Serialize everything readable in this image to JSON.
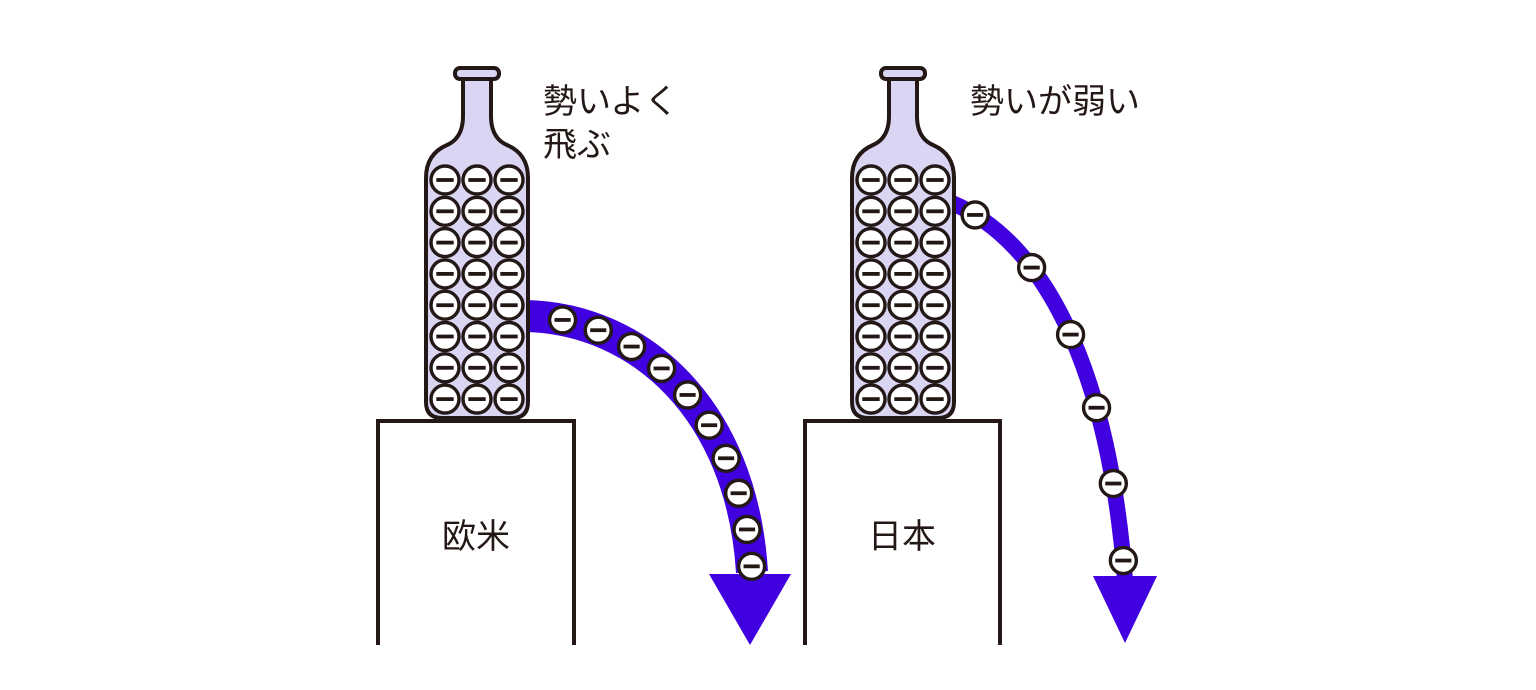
{
  "left_panel": {
    "caption_lines": [
      "勢いよく",
      "飛ぶ"
    ],
    "stand_label": "欧米",
    "bottle_rows": 8,
    "bottle_cols": 3,
    "stream_particle_count": 10
  },
  "right_panel": {
    "caption_lines": [
      "勢いが弱い"
    ],
    "stand_label": "日本",
    "bottle_rows": 8,
    "bottle_cols": 3,
    "stream_particle_count": 6
  },
  "colors": {
    "bottle_fill": "#d9d5f3",
    "outline": "#231815",
    "arrow": "#4000e0",
    "particle_fill": "#ffffff"
  },
  "icons": {
    "particle": "minus-sign-circle",
    "bottle": "glass-bottle",
    "flow": "curved-arrow"
  }
}
